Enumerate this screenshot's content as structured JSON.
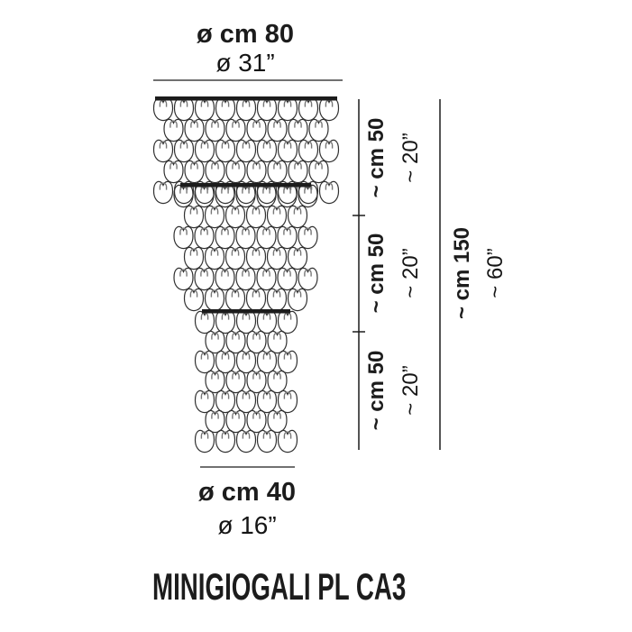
{
  "title": "MINIGIOGALI PL CA3",
  "top_dimension": {
    "metric": "ø cm 80",
    "imperial": "ø 31”"
  },
  "bottom_dimension": {
    "metric": "ø cm 40",
    "imperial": "ø 16”"
  },
  "height_segments": [
    {
      "metric": "~ cm 50",
      "imperial": "~ 20”"
    },
    {
      "metric": "~ cm 50",
      "imperial": "~ 20”"
    },
    {
      "metric": "~ cm 50",
      "imperial": "~ 20”"
    }
  ],
  "total_height": {
    "metric": "~ cm 150",
    "imperial": "~ 60”"
  },
  "colors": {
    "line": "#1c1c1c",
    "hook_outline": "#303030",
    "hook_inner": "#777777",
    "background": "#ffffff"
  }
}
